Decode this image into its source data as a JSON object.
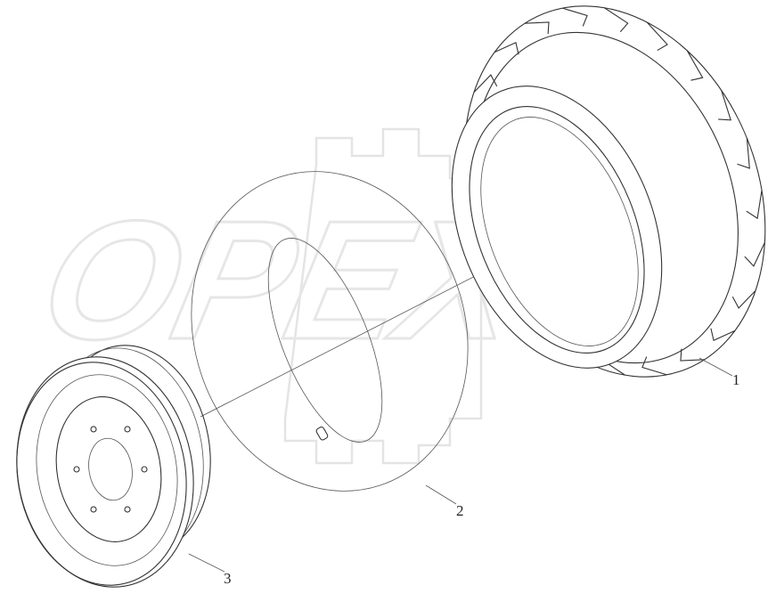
{
  "diagram": {
    "watermark": "OPEX",
    "callouts": [
      {
        "id": "1",
        "part": "tire"
      },
      {
        "id": "2",
        "part": "inner-tube"
      },
      {
        "id": "3",
        "part": "wheel-rim"
      }
    ],
    "colors": {
      "line": "#333333",
      "watermark": "#e6e6e6",
      "background": "#ffffff"
    }
  }
}
